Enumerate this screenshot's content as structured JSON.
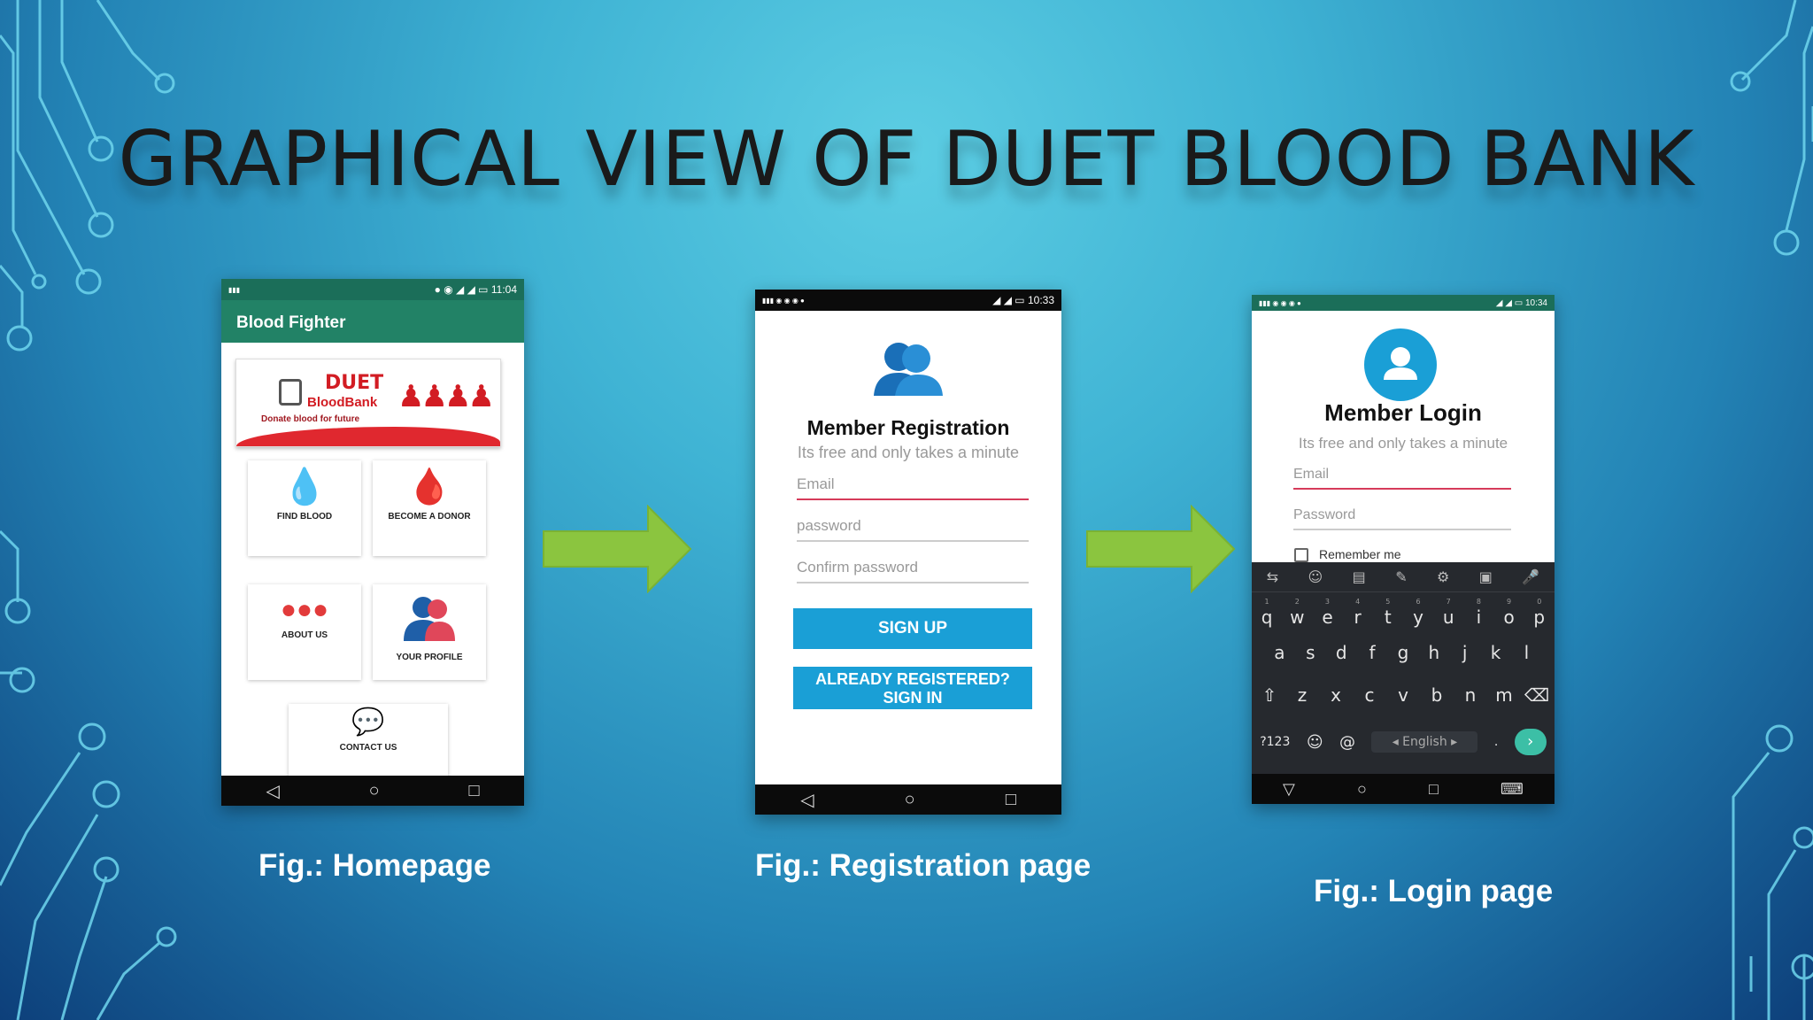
{
  "slide": {
    "title": "GRAPHICAL VIEW OF DUET BLOOD BANK"
  },
  "colors": {
    "accent_green": "#8bc53f",
    "app_green": "#228266",
    "button_blue": "#1a9fd6",
    "blood_red": "#d21c23"
  },
  "homepage": {
    "app_title": "Blood Fighter",
    "status_time": "11:04",
    "banner": {
      "line1": "DUET",
      "line2": "BloodBank",
      "tagline": "Donate blood for future"
    },
    "tiles": [
      {
        "label": "FIND BLOOD",
        "icon": "blood-drop-icon"
      },
      {
        "label": "BECOME A DONOR",
        "icon": "donor-hand-icon"
      },
      {
        "label": "ABOUT US",
        "icon": "blood-drops-hand-icon"
      },
      {
        "label": "YOUR PROFILE",
        "icon": "users-icon"
      },
      {
        "label": "CONTACT US",
        "icon": "chat-bubble-icon"
      }
    ],
    "caption": "Fig.: Homepage"
  },
  "registration": {
    "status_time": "10:33",
    "heading": "Member Registration",
    "subheading": "Its free and only takes a minute",
    "fields": {
      "email_placeholder": "Email",
      "password_placeholder": "password",
      "confirm_placeholder": "Confirm password"
    },
    "signup_label": "SIGN UP",
    "signin_label_line1": "ALREADY REGISTERED?",
    "signin_label_line2": "SIGN IN",
    "caption": "Fig.: Registration page"
  },
  "login": {
    "status_time": "10:34",
    "heading": "Member Login",
    "subheading": "Its free and only takes a minute",
    "fields": {
      "email_placeholder": "Email",
      "password_placeholder": "Password"
    },
    "remember_label": "Remember me",
    "keyboard": {
      "row1": [
        "q",
        "w",
        "e",
        "r",
        "t",
        "y",
        "u",
        "i",
        "o",
        "p"
      ],
      "row1_hints": [
        "1",
        "2",
        "3",
        "4",
        "5",
        "6",
        "7",
        "8",
        "9",
        "0"
      ],
      "row2": [
        "a",
        "s",
        "d",
        "f",
        "g",
        "h",
        "j",
        "k",
        "l"
      ],
      "row3": [
        "z",
        "x",
        "c",
        "v",
        "b",
        "n",
        "m"
      ],
      "mode_key": "?123",
      "at_key": "@",
      "language": "English",
      "period_key": "."
    },
    "caption": "Fig.: Login page"
  }
}
